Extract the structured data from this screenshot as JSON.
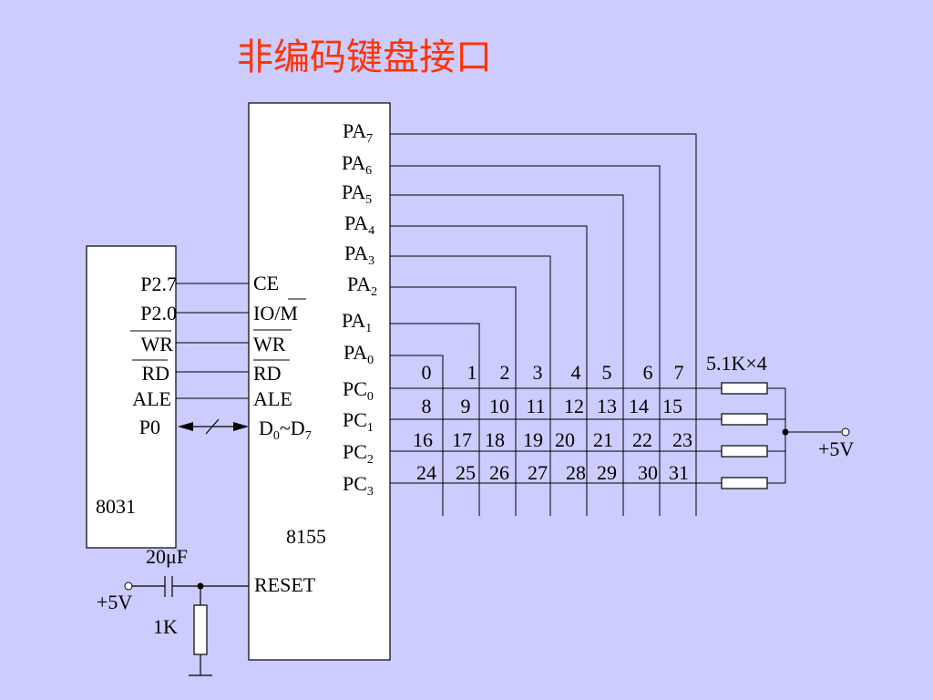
{
  "title": "非编码键盘接口",
  "chip_8031": {
    "name": "8031",
    "pins": [
      "P2.7",
      "P2.0",
      "WR",
      "RD",
      "ALE",
      "P0"
    ]
  },
  "chip_8155": {
    "name": "8155",
    "left_pins": [
      "CE",
      "IO/M",
      "WR",
      "RD",
      "ALE"
    ],
    "bus_pin": {
      "main": "D",
      "sub1": "0",
      "sep": "~D",
      "sub2": "7"
    },
    "reset": "RESET",
    "pa_pins": [
      {
        "main": "PA",
        "sub": "7"
      },
      {
        "main": "PA",
        "sub": "6"
      },
      {
        "main": "PA",
        "sub": "5"
      },
      {
        "main": "PA",
        "sub": "4"
      },
      {
        "main": "PA",
        "sub": "3"
      },
      {
        "main": "PA",
        "sub": "2"
      },
      {
        "main": "PA",
        "sub": "1"
      },
      {
        "main": "PA",
        "sub": "0"
      }
    ],
    "pc_pins": [
      {
        "main": "PC",
        "sub": "0"
      },
      {
        "main": "PC",
        "sub": "1"
      },
      {
        "main": "PC",
        "sub": "2"
      },
      {
        "main": "PC",
        "sub": "3"
      }
    ]
  },
  "key_rows": [
    [
      "0",
      "1",
      "2",
      "3",
      "4",
      "5",
      "6",
      "7"
    ],
    [
      "8",
      "9",
      "10",
      "11",
      "12",
      "13",
      "14",
      "15"
    ],
    [
      "16",
      "17",
      "18",
      "19",
      "20",
      "21",
      "22",
      "23"
    ],
    [
      "24",
      "25",
      "26",
      "27",
      "28",
      "29",
      "30",
      "31"
    ]
  ],
  "resistor_label": "5.1K×4",
  "vcc_right": "+5V",
  "vcc_left": "+5V",
  "capacitor_label": "20μF",
  "resistor_1k": "1K"
}
